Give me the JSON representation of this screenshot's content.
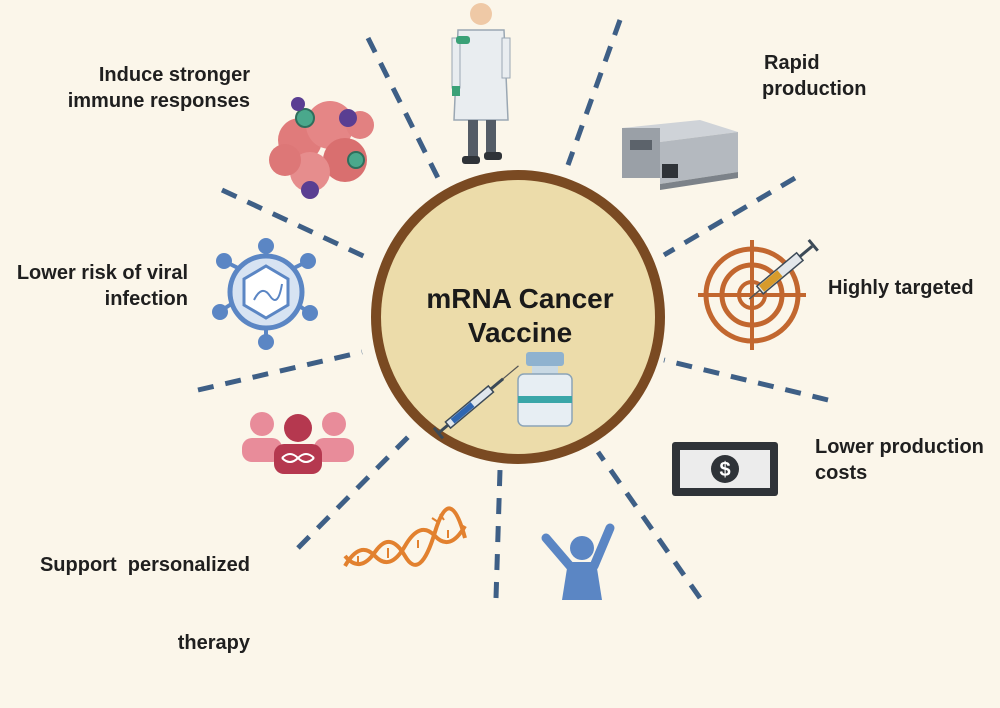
{
  "center": {
    "title_line1": "mRNA Cancer",
    "title_line2": "Vaccine",
    "ring_color": "#7a4a22",
    "fill_color": "#ecdcaa"
  },
  "benefits": {
    "immune": {
      "line1": "Induce stronger",
      "line2": "immune responses",
      "icon": "cancer-cells-icon"
    },
    "rapid": {
      "line1": "Rapid",
      "line2": "production",
      "icon": "machine-icon"
    },
    "viral": {
      "line1": "Lower risk of viral",
      "line2": "infection",
      "icon": "virus-icon"
    },
    "targeted": {
      "line1": "Highly targeted",
      "icon": "target-syringe-icon"
    },
    "personalized": {
      "line1": "Support  personalized",
      "line2": "therapy",
      "icon": "people-dna-icon"
    },
    "cost": {
      "line1": "Lower production",
      "line2": "costs",
      "icon": "dollar-bill-icon"
    }
  },
  "colors": {
    "background": "#fbf6ea",
    "dash": "#3e5f86",
    "text": "#1f1f1f"
  }
}
